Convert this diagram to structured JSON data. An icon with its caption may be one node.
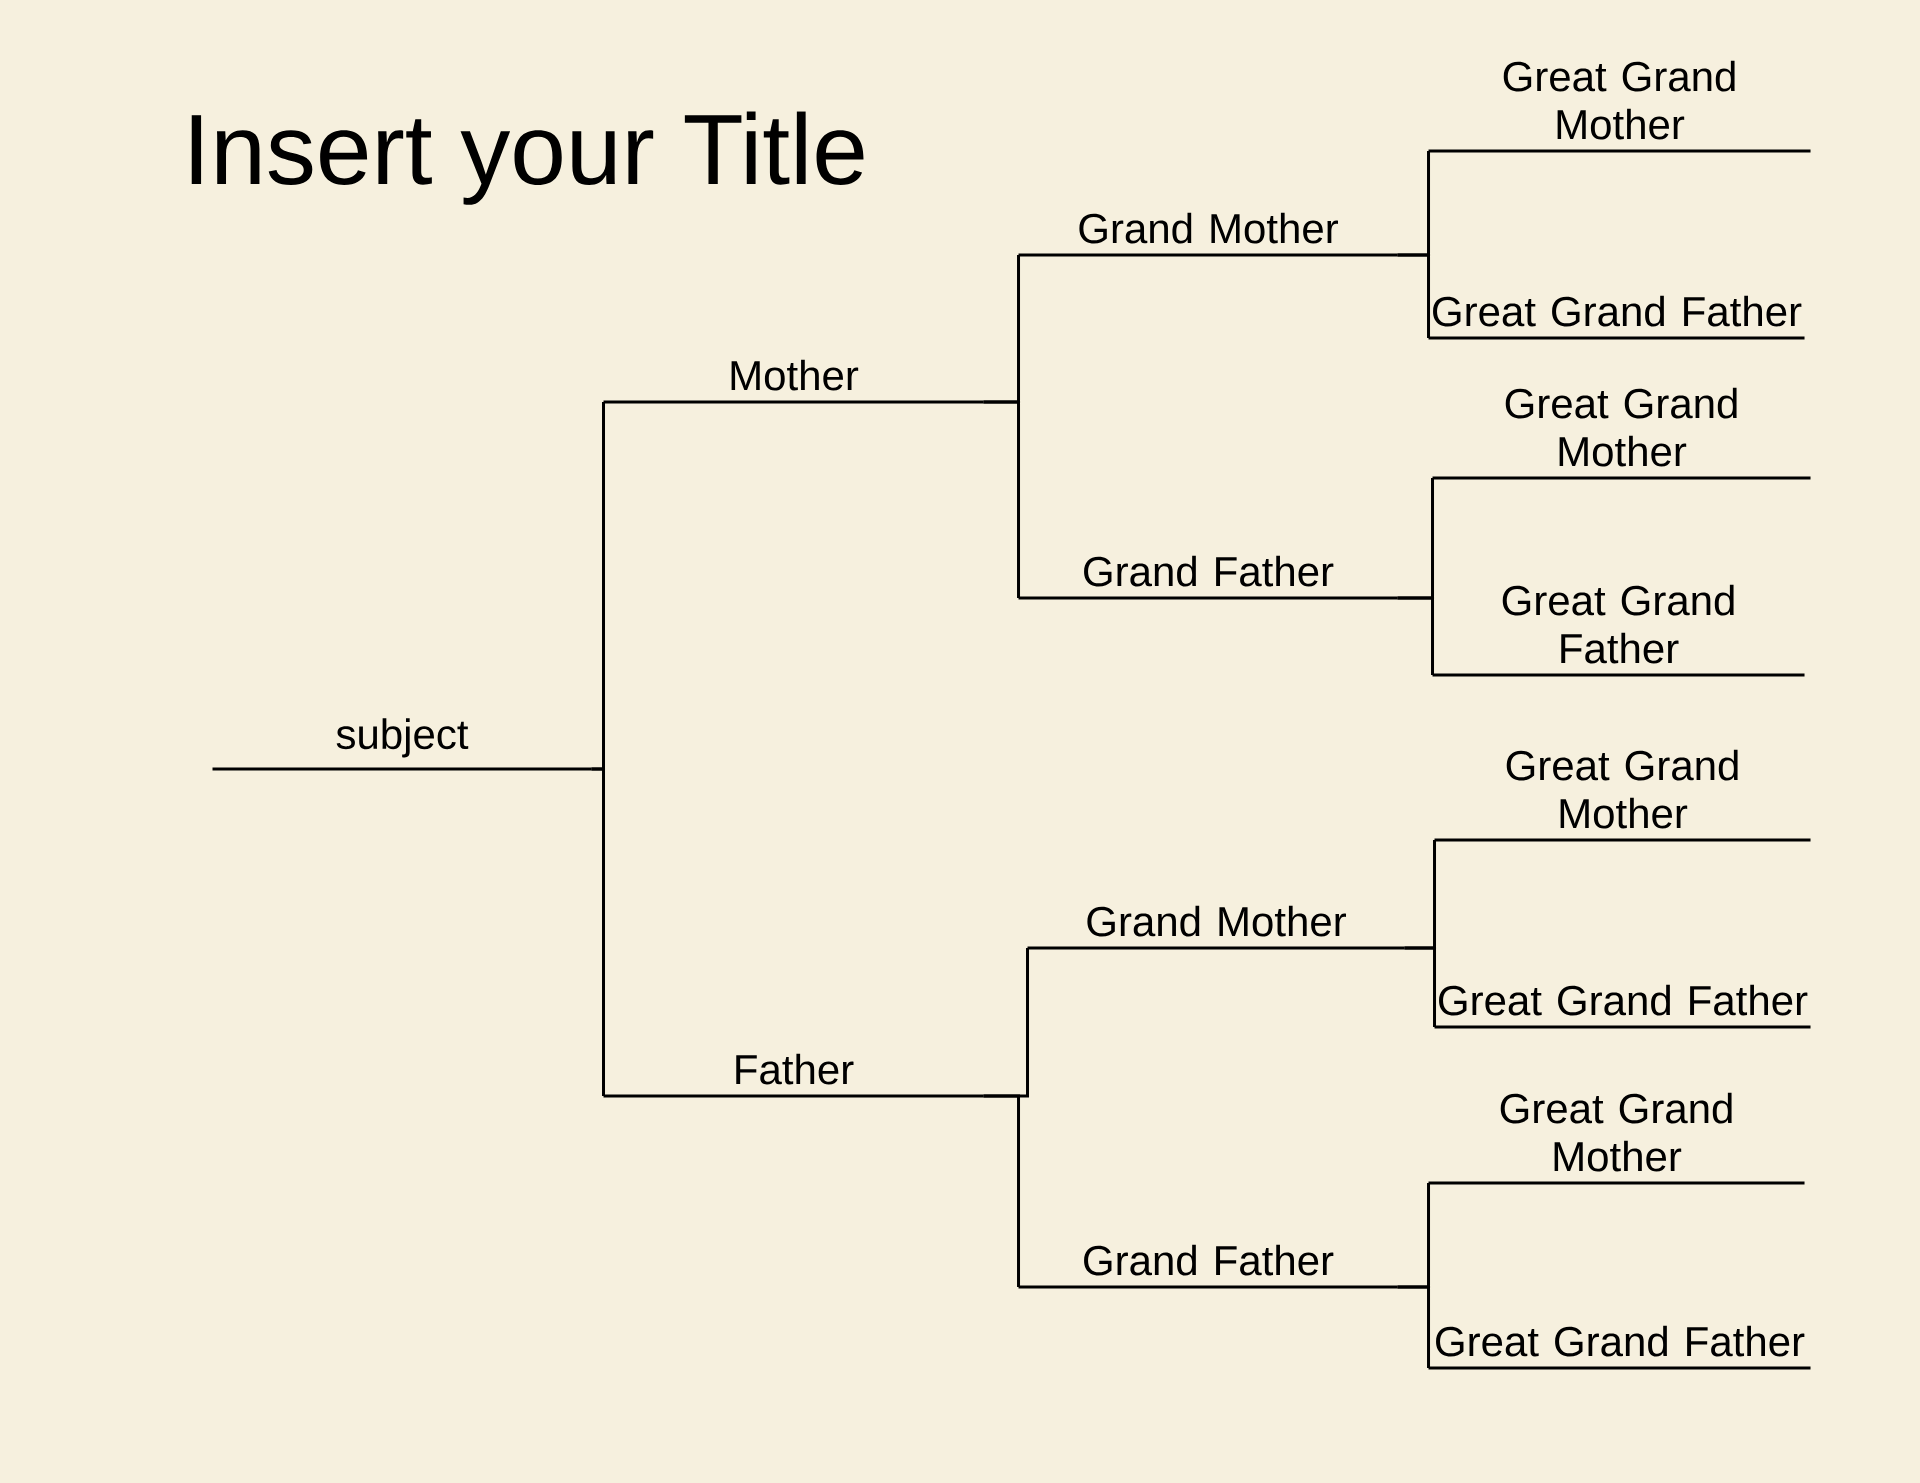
{
  "diagram": {
    "title": "Insert your Title",
    "nodes": [
      {
        "text": [
          "subject"
        ]
      },
      {
        "text": [
          "Mother"
        ]
      },
      {
        "text": [
          "Father"
        ]
      },
      {
        "text": [
          "Grand Mother"
        ]
      },
      {
        "text": [
          "Grand Father"
        ]
      },
      {
        "text": [
          "Grand Mother"
        ]
      },
      {
        "text": [
          "Grand Father"
        ]
      },
      {
        "text": [
          "Great Grand Mother"
        ]
      },
      {
        "text": [
          "Great Grand Father"
        ]
      },
      {
        "text": [
          "Great Grand Mother"
        ]
      },
      {
        "text": [
          "Great Grand Father"
        ]
      },
      {
        "text": [
          "Great Grand Mother"
        ]
      },
      {
        "text": [
          "Great Grand Father"
        ]
      },
      {
        "text": [
          "Great Grand Mother"
        ]
      },
      {
        "text": [
          "Great Grand Father"
        ]
      }
    ],
    "edges": [
      {
        "from": 0,
        "to": 1,
        "arrow": "none"
      },
      {
        "from": 0,
        "to": 2,
        "arrow": "none"
      },
      {
        "from": 1,
        "to": 3,
        "arrow": "none"
      },
      {
        "from": 1,
        "to": 4,
        "arrow": "none"
      },
      {
        "from": 2,
        "to": 5,
        "arrow": "none"
      },
      {
        "from": 2,
        "to": 6,
        "arrow": "none"
      },
      {
        "from": 3,
        "to": 7,
        "arrow": "none"
      },
      {
        "from": 3,
        "to": 8,
        "arrow": "none"
      },
      {
        "from": 4,
        "to": 9,
        "arrow": "none"
      },
      {
        "from": 4,
        "to": 10,
        "arrow": "none"
      },
      {
        "from": 5,
        "to": 11,
        "arrow": "none"
      },
      {
        "from": 5,
        "to": 12,
        "arrow": "none"
      },
      {
        "from": 6,
        "to": 13,
        "arrow": "none"
      },
      {
        "from": 6,
        "to": 14,
        "arrow": "none"
      }
    ]
  }
}
